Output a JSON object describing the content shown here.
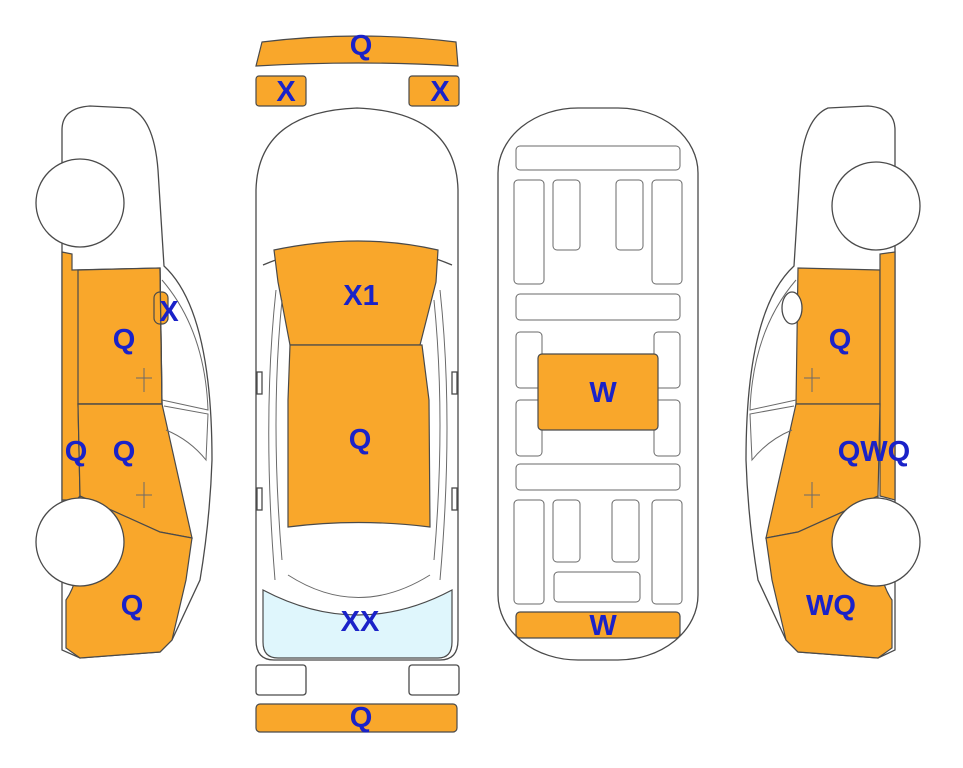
{
  "colors": {
    "damaged": "#F9A72B",
    "glass": "#DFF6FC",
    "label": "#1A22C8",
    "outline": "#4A4A4A"
  },
  "labels": {
    "front_bumper": "Q",
    "left_headlight": "X",
    "right_headlight": "X",
    "hood": "X1",
    "roof": "Q",
    "rear_window": "XX",
    "rear_bumper": "Q",
    "left_front_door": "Q",
    "left_mirror": "X",
    "left_rocker": "Q",
    "left_rear_door": "Q",
    "left_rear_fender": "Q",
    "underbody_center": "W",
    "underbody_rear": "W",
    "right_front_door": "Q",
    "right_rear_door": "QWQ",
    "right_rear_fender": "WQ"
  }
}
